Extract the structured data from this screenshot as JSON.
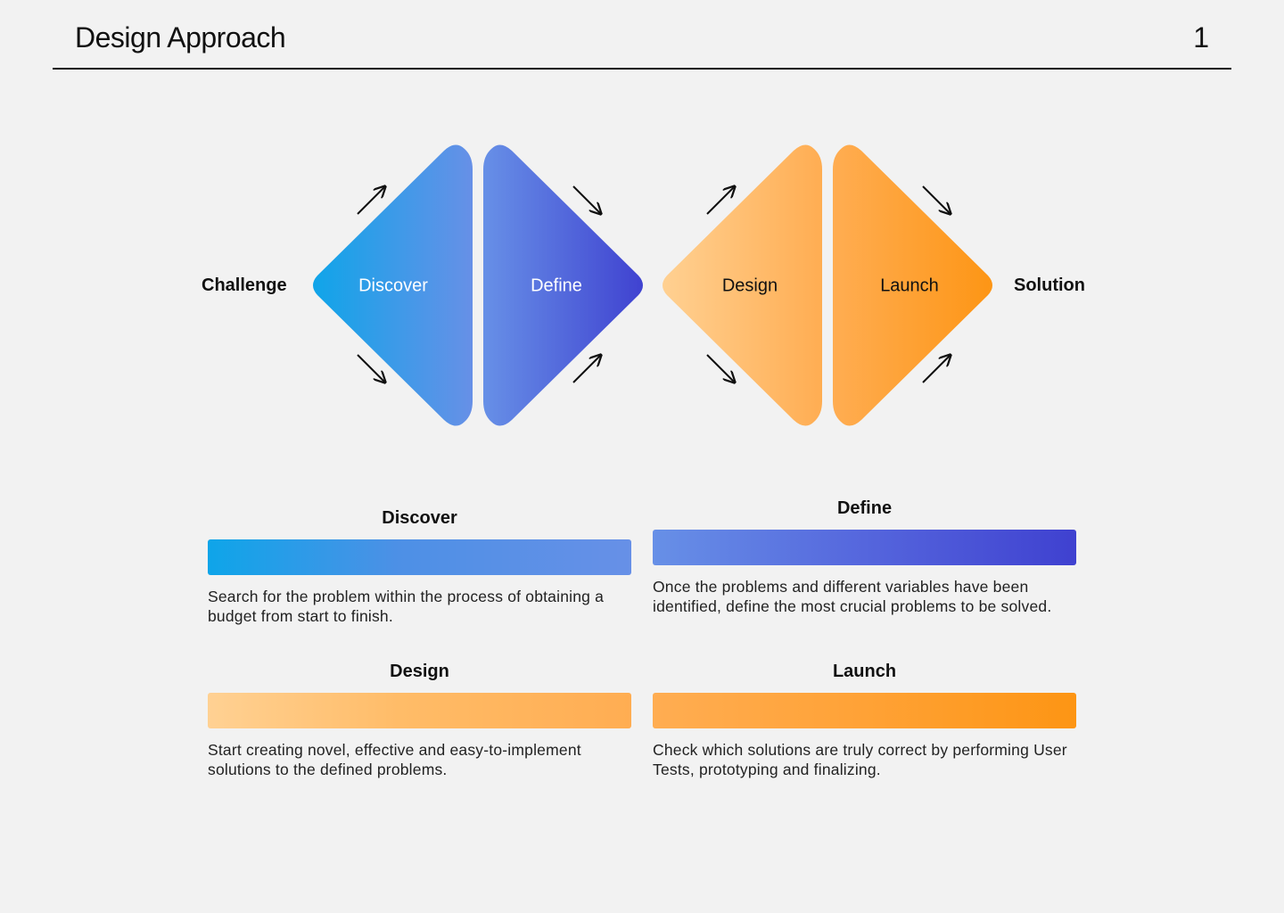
{
  "header": {
    "title": "Design Approach",
    "page_number": "1"
  },
  "diagram": {
    "start_label": "Challenge",
    "end_label": "Solution",
    "shapes": [
      {
        "label": "Discover",
        "colors": [
          "#0ea5e9",
          "#6790e7"
        ]
      },
      {
        "label": "Define",
        "colors": [
          "#6790e7",
          "#3f41d0"
        ]
      },
      {
        "label": "Design",
        "colors": [
          "#ffd193",
          "#ffad52"
        ]
      },
      {
        "label": "Launch",
        "colors": [
          "#ffad52",
          "#fd9514"
        ]
      }
    ],
    "arrow_icons": [
      "arrow-up-right-icon",
      "arrow-down-right-icon"
    ]
  },
  "stages": [
    {
      "title": "Discover",
      "description": "Search for the problem within the process of obtaining a budget from start to finish."
    },
    {
      "title": "Define",
      "description": "Once the problems and different variables have been identified, define the most crucial problems to be solved."
    },
    {
      "title": "Design",
      "description": "Start creating novel, effective and easy-to-implement solutions to the defined problems."
    },
    {
      "title": "Launch",
      "description": "Check which solutions are truly correct by performing User Tests, prototyping and finalizing."
    }
  ]
}
